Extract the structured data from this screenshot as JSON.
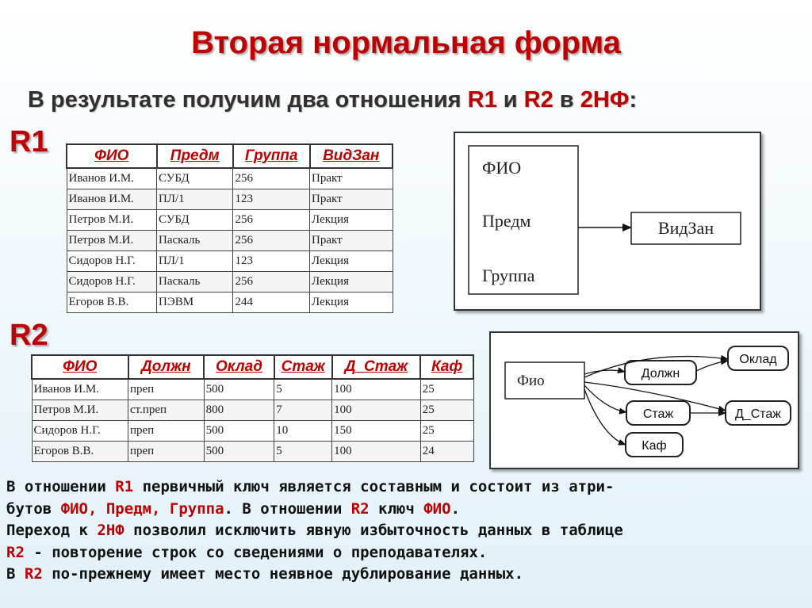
{
  "title": "Вторая нормальная форма",
  "subtitle": {
    "prefix": "В результате получим два отношения ",
    "r1": "R1",
    "and": " и ",
    "r2": "R2",
    "in": " в ",
    "nf": "2НФ",
    "colon": ":"
  },
  "r1": {
    "label": "R1",
    "headers": [
      "ФИО",
      "Предм",
      "Группа",
      "ВидЗан"
    ],
    "rows": [
      [
        "Иванов И.М.",
        "СУБД",
        "256",
        "Практ"
      ],
      [
        "Иванов И.М.",
        "ПЛ/1",
        "123",
        "Практ"
      ],
      [
        "Петров М.И.",
        "СУБД",
        "256",
        "Лекция"
      ],
      [
        "Петров М.И.",
        "Паскаль",
        "256",
        "Практ"
      ],
      [
        "Сидоров Н.Г.",
        "ПЛ/1",
        "123",
        "Лекция"
      ],
      [
        "Сидоров Н.Г.",
        "Паскаль",
        "256",
        "Лекция"
      ],
      [
        "Егоров В.В.",
        "ПЭВМ",
        "244",
        "Лекция"
      ]
    ],
    "diagram": {
      "key_fields": [
        "ФИО",
        "Предм",
        "Группа"
      ],
      "dependent": "ВидЗан"
    }
  },
  "r2": {
    "label": "R2",
    "headers": [
      "ФИО",
      "Должн",
      "Оклад",
      "Стаж",
      "Д_Стаж",
      "Каф"
    ],
    "rows": [
      [
        "Иванов И.М.",
        "преп",
        "500",
        "5",
        "100",
        "25"
      ],
      [
        "Петров М.И.",
        "ст.преп",
        "800",
        "7",
        "100",
        "25"
      ],
      [
        "Сидоров Н.Г.",
        "преп",
        "500",
        "10",
        "150",
        "25"
      ],
      [
        "Егоров В.В.",
        "преп",
        "500",
        "5",
        "100",
        "24"
      ]
    ],
    "diagram": {
      "key": "Фио",
      "nodes": {
        "oklad": "Оклад",
        "dolzhn": "Должн",
        "stazh": "Стаж",
        "d_stazh": "Д_Стаж",
        "kaf": "Каф"
      }
    }
  },
  "paragraph": {
    "l1a": "В отношении ",
    "l1b": "R1",
    "l1c": " первичный ключ является составным и состоит из атри-",
    "l2a": "бутов ",
    "l2b": "ФИО, Предм, Группа",
    "l2c": ". В отношении ",
    "l2d": "R2",
    "l2e": " ключ ",
    "l2f": "ФИО",
    "l2g": ".",
    "l3a": "Переход к ",
    "l3b": "2НФ",
    "l3c": " позволил исключить явную избыточность данных в таблице",
    "l4a": "R2",
    "l4b": " - повторение строк со сведениями о преподавателях.",
    "l5a": "В ",
    "l5b": "R2",
    "l5c": " по-прежнему имеет место неявное дублирование данных."
  }
}
